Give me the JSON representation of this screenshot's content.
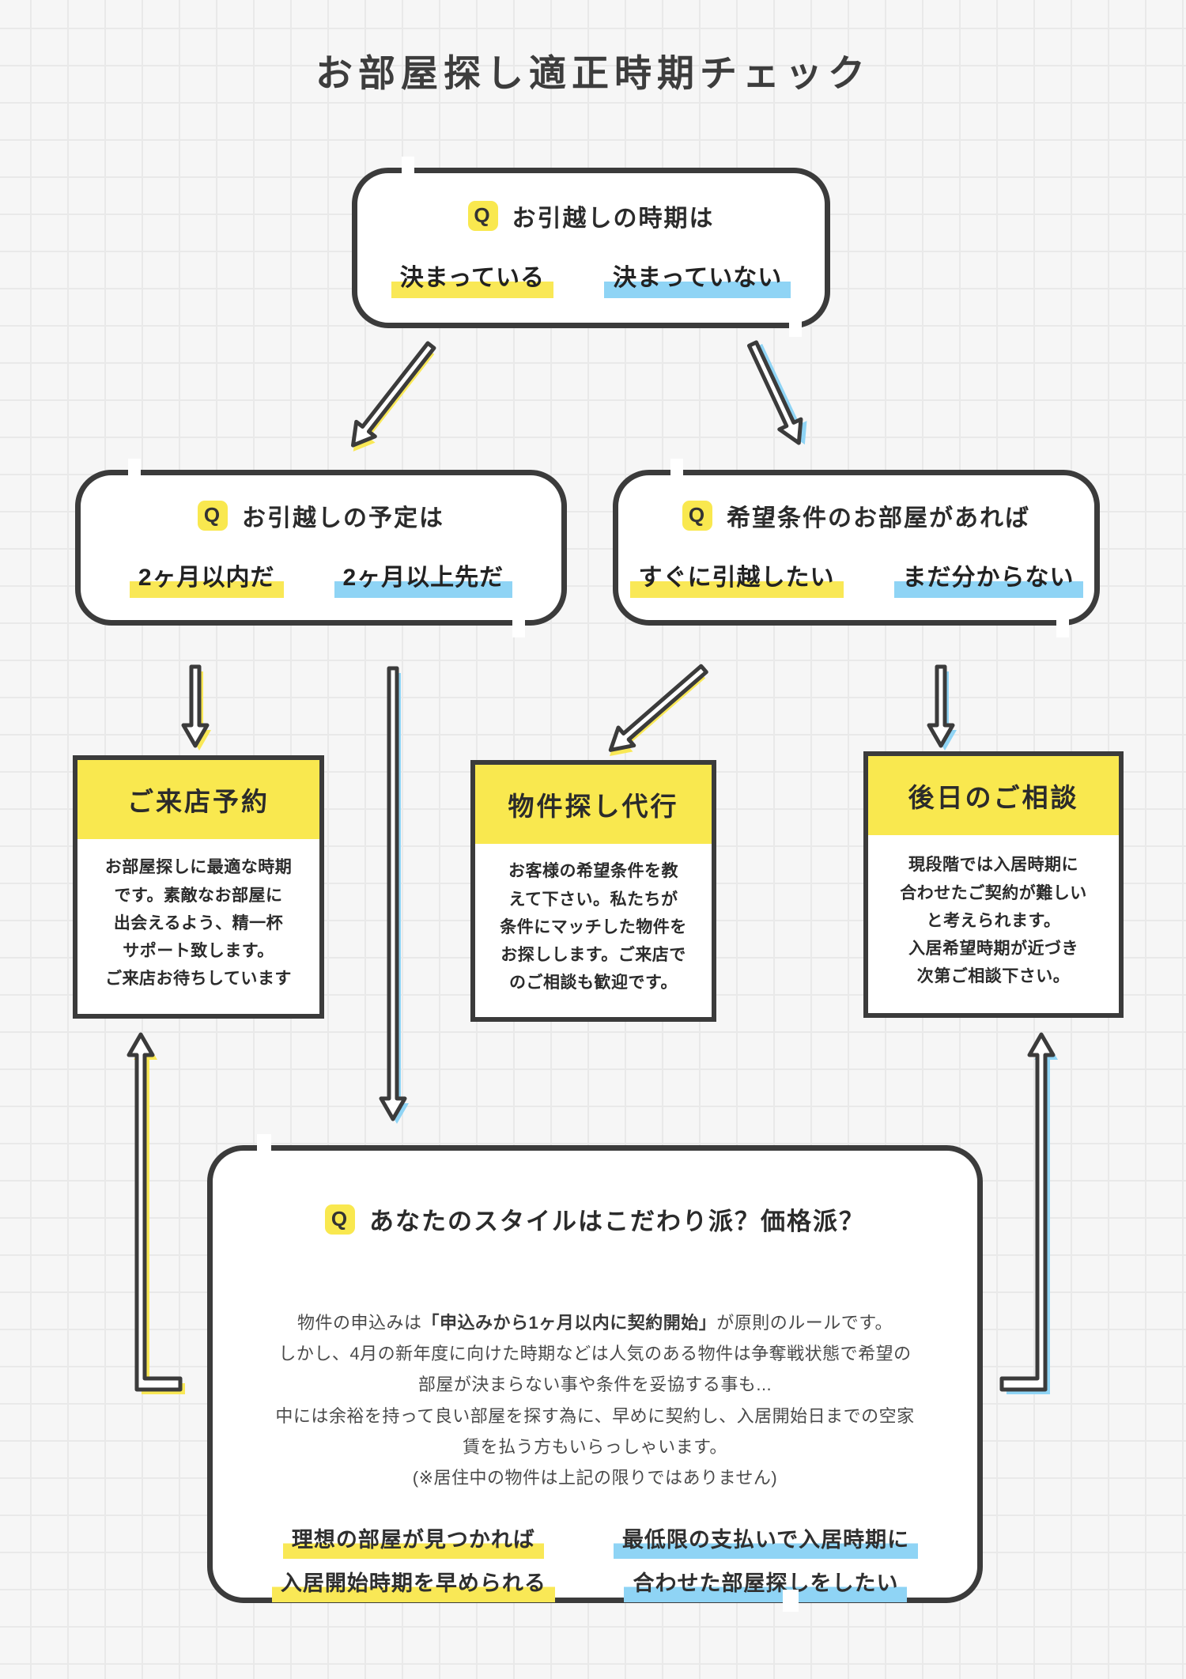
{
  "title": "お部屋探し適正時期チェック",
  "q_mark": "Q",
  "q1": {
    "question": "お引越しの時期は",
    "yes": "決まっている",
    "no": "決まっていない"
  },
  "q2": {
    "question": "お引越しの予定は",
    "yes": "2ヶ月以内だ",
    "no": "2ヶ月以上先だ"
  },
  "q3": {
    "question": "希望条件のお部屋があれば",
    "yes": "すぐに引越したい",
    "no": "まだ分からない"
  },
  "results": {
    "visit": {
      "title": "ご来店予約",
      "body": "お部屋探しに最適な時期\nです。素敵なお部屋に\n出会えるよう、精一杯\nサポート致します。\nご来店お待ちしています"
    },
    "agency": {
      "title": "物件探し代行",
      "body": "お客様の希望条件を教\nえて下さい。私たちが\n条件にマッチした物件を\nお探しします。ご来店で\nのご相談も歓迎です。"
    },
    "later": {
      "title": "後日のご相談",
      "body": "現段階では入居時期に\n合わせたご契約が難しい\nと考えられます。\n入居希望時期が近づき\n次第ご相談下さい。"
    }
  },
  "q4": {
    "question": "あなたのスタイルはこだわり派？価格派？",
    "p1_pre": "物件の申込みは",
    "p1_bold": "「申込みから1ヶ月以内に契約開始」",
    "p1_post": "が原則のルールです。",
    "p_body": "しかし、4月の新年度に向けた時期などは人気のある物件は争奪戦状態で希望の\n部屋が決まらない事や条件を妥協する事も...\n中には余裕を持って良い部屋を探す為に、早めに契約し、入居開始日までの空家\n賃を払う方もいらっしゃいます。",
    "p_note": "(※居住中の物件は上記の限りではありません)",
    "style_yes_1": "理想の部屋が見つかれば",
    "style_yes_2": "入居開始時期を早められる",
    "style_no_1": "最低限の支払いで入居時期に",
    "style_no_2": "合わせた部屋探しをしたい"
  },
  "colors": {
    "yellow": "#F9E856",
    "blue": "#8FD4F5",
    "ink": "#3B3B3B"
  }
}
